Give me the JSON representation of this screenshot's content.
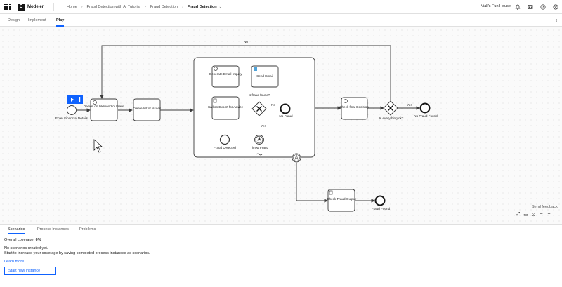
{
  "header": {
    "app_name": "Modeler",
    "logo_letter": "E",
    "breadcrumbs": [
      "Home",
      "Fraud Detection with AI Tutorial",
      "Fraud Detection"
    ],
    "current": "Fraud Detection",
    "org": "Niall's Fun House"
  },
  "tabs": [
    "Design",
    "Implement",
    "Play"
  ],
  "active_tab": "Play",
  "diagram": {
    "start_label": "Enter Financial Details",
    "decide": "Decide on Liklihood of Fraud",
    "create_list": "Create list of Issues",
    "gen_email": "Generate Email Inquiry",
    "send_email": "Send Email",
    "call_expert": "Call on Expert for Advice",
    "is_fraud_found": "Is fraud found?",
    "no": "No",
    "yes": "Yes",
    "no_fraud": "No Fraud",
    "fraud_detected": "Fraud Detected",
    "throw_fraud": "Throw Fraud",
    "check_final": "Check final Decision",
    "is_everything_ok": "Is everything ok?",
    "yes2": "Yes",
    "no_fraud_found": "No Fraud Found",
    "no_top": "No",
    "check_fraud_output": "Check Fraud Output",
    "fraud_found": "Fraud Found"
  },
  "send_feedback": "Send feedback",
  "panel": {
    "tabs": [
      "Scenarios",
      "Process Instances",
      "Problems"
    ],
    "active": "Scenarios",
    "coverage_label": "Overall coverage:",
    "coverage_value": "0%",
    "msg1": "No scenarios created yet.",
    "msg2": "Start to increase your coverage by saving completed process instances as scenarios.",
    "learn_more": "Learn more",
    "start_button": "Start new instance"
  },
  "colors": {
    "accent": "#0f62fe",
    "text": "#161616",
    "muted": "#525252"
  }
}
